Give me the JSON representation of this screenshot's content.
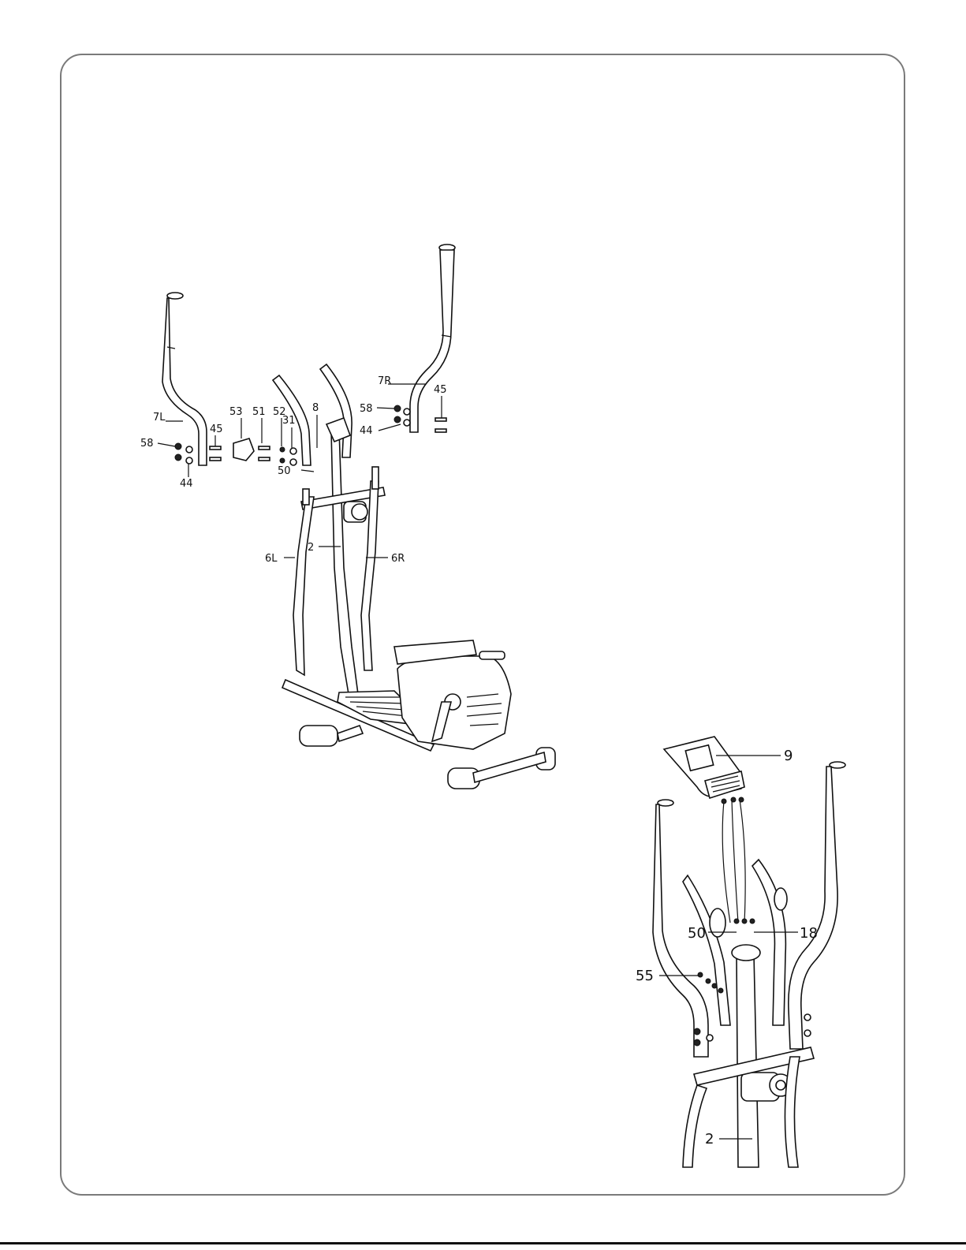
{
  "main_view": {
    "labels": {
      "p7L": "7L",
      "p7R": "7R",
      "p45a": "45",
      "p45b": "45",
      "p58a": "58",
      "p58b": "58",
      "p44a": "44",
      "p44b": "44",
      "p53": "53",
      "p51": "51",
      "p52": "52",
      "p31": "31",
      "p8": "8",
      "p50": "50",
      "p2": "2",
      "p6L": "6L",
      "p6R": "6R"
    }
  },
  "detail_view": {
    "labels": {
      "p9": "9",
      "p50": "50",
      "p18": "18",
      "p55": "55",
      "p2": "2"
    }
  }
}
